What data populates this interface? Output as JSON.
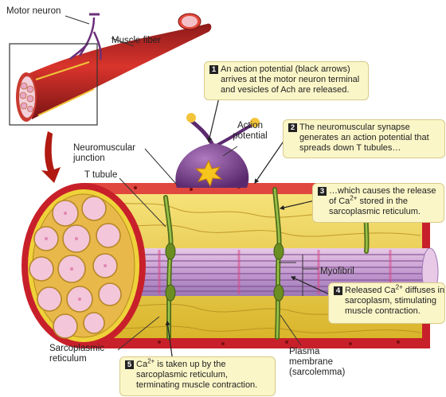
{
  "labels": {
    "motor_neuron": "Motor neuron",
    "muscle_fiber": "Muscle fiber",
    "action_potential": [
      "Action",
      "potential"
    ],
    "neuromuscular_junction": [
      "Neuromuscular",
      "junction"
    ],
    "t_tubule": "T tubule",
    "myofibril": "Myofibril",
    "sarcoplasmic_reticulum": [
      "Sarcoplasmic",
      "reticulum"
    ],
    "plasma_membrane": [
      "Plasma",
      "membrane",
      "(sarcolemma)"
    ]
  },
  "steps": [
    {
      "number": "1",
      "lines": [
        "An action potential (black arrows)",
        "arrives at the motor neuron terminal",
        "and vesicles of Ach are released."
      ]
    },
    {
      "number": "2",
      "lines": [
        "The neuromuscular synapse",
        "generates an action potential that",
        "spreads down T tubules…"
      ]
    },
    {
      "number": "3",
      "line1": "…which causes the release",
      "line2_pre": "of Ca",
      "line2_sup": "2+",
      "line2_post": " stored in the",
      "line3": "sarcoplasmic reticulum."
    },
    {
      "number": "4",
      "line1_pre": "Released Ca",
      "line1_sup": "2+",
      "line1_post": " diffuses in",
      "line2": "sarcoplasm, stimulating",
      "line3": "muscle contraction."
    },
    {
      "number": "5",
      "line1_pre": "Ca",
      "line1_sup": "2+",
      "line1_post": " is taken up by the",
      "line2": "sarcoplasmic reticulum,",
      "line3": "terminating muscle contraction."
    }
  ],
  "colors": {
    "sarcolemma": "#c8202a",
    "sarcoplasmic_reticulum": "#efd23a",
    "t_tubule": "#6b8e23",
    "myofibril": "#c9a0c8",
    "myofibril_stripe": "#7d4a8f",
    "motor_neuron": "#7a3f8a",
    "callout_bg": "#fbf6c8",
    "arrow": "#b01a10"
  }
}
